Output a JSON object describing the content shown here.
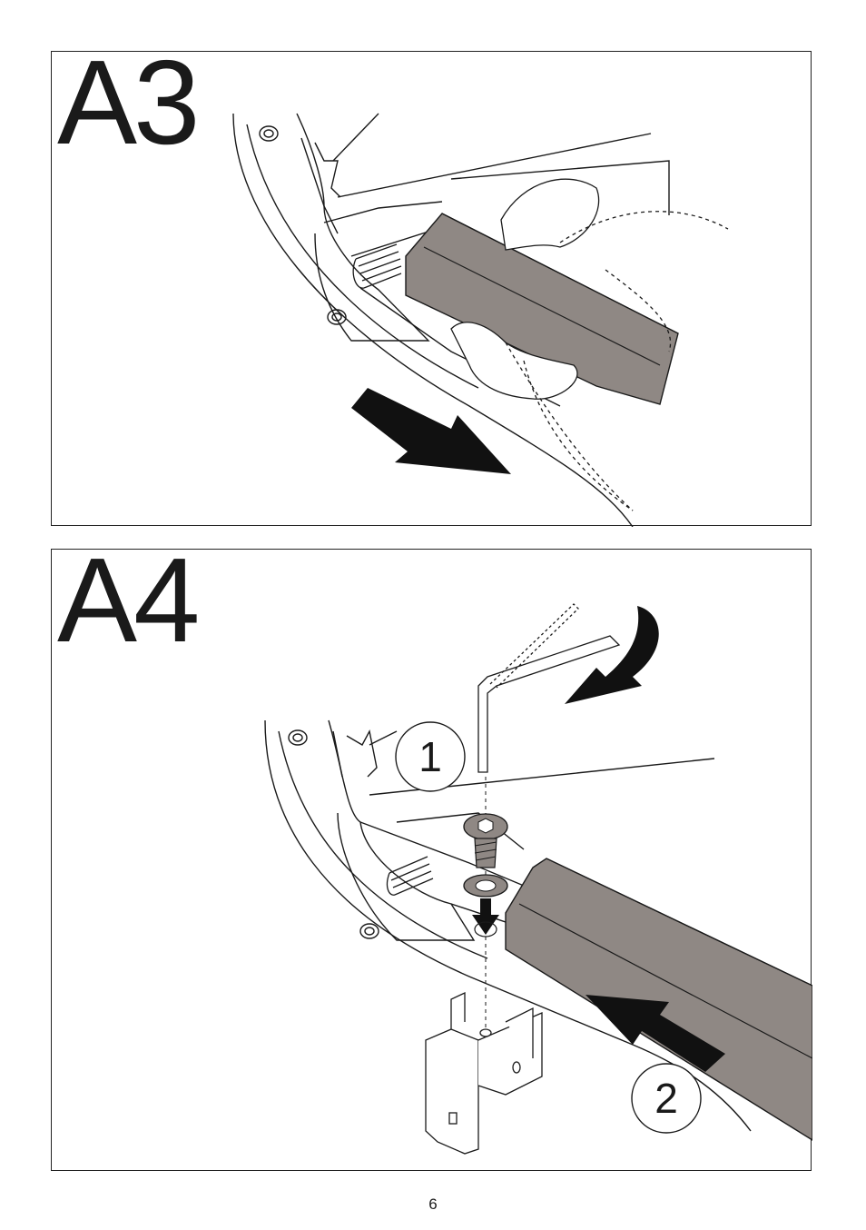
{
  "steps": [
    {
      "id": "a3",
      "label": "A3"
    },
    {
      "id": "a4",
      "label": "A4",
      "callouts": [
        "1",
        "2"
      ]
    }
  ],
  "colors": {
    "rail": "#8f8884",
    "rail_light": "#aaa3a0",
    "line": "#1a1a1a",
    "arrow": "#111111"
  },
  "icons": [
    "push-direction-arrow",
    "rotate-arrow",
    "insert-direction-arrow",
    "down-arrow",
    "allen-key",
    "screw",
    "washer",
    "bracket",
    "spring",
    "hand"
  ],
  "footer": {
    "page_number": "6"
  }
}
